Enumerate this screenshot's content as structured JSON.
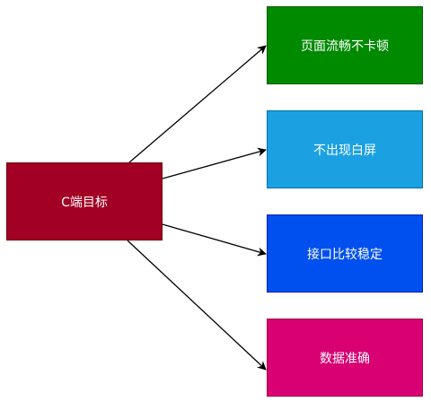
{
  "root": {
    "label": "C端目标",
    "fill": "#a20025",
    "stroke": "#6f0000"
  },
  "targets": [
    {
      "label": "页面流畅不卡顿",
      "fill": "#008a00",
      "stroke": "#005700"
    },
    {
      "label": "不出现白屏",
      "fill": "#1ba1e2",
      "stroke": "#006eaf"
    },
    {
      "label": "接口比较稳定",
      "fill": "#0050ef",
      "stroke": "#001dbc"
    },
    {
      "label": "数据准确",
      "fill": "#d80073",
      "stroke": "#a50040"
    }
  ],
  "edge_color": "#000000"
}
